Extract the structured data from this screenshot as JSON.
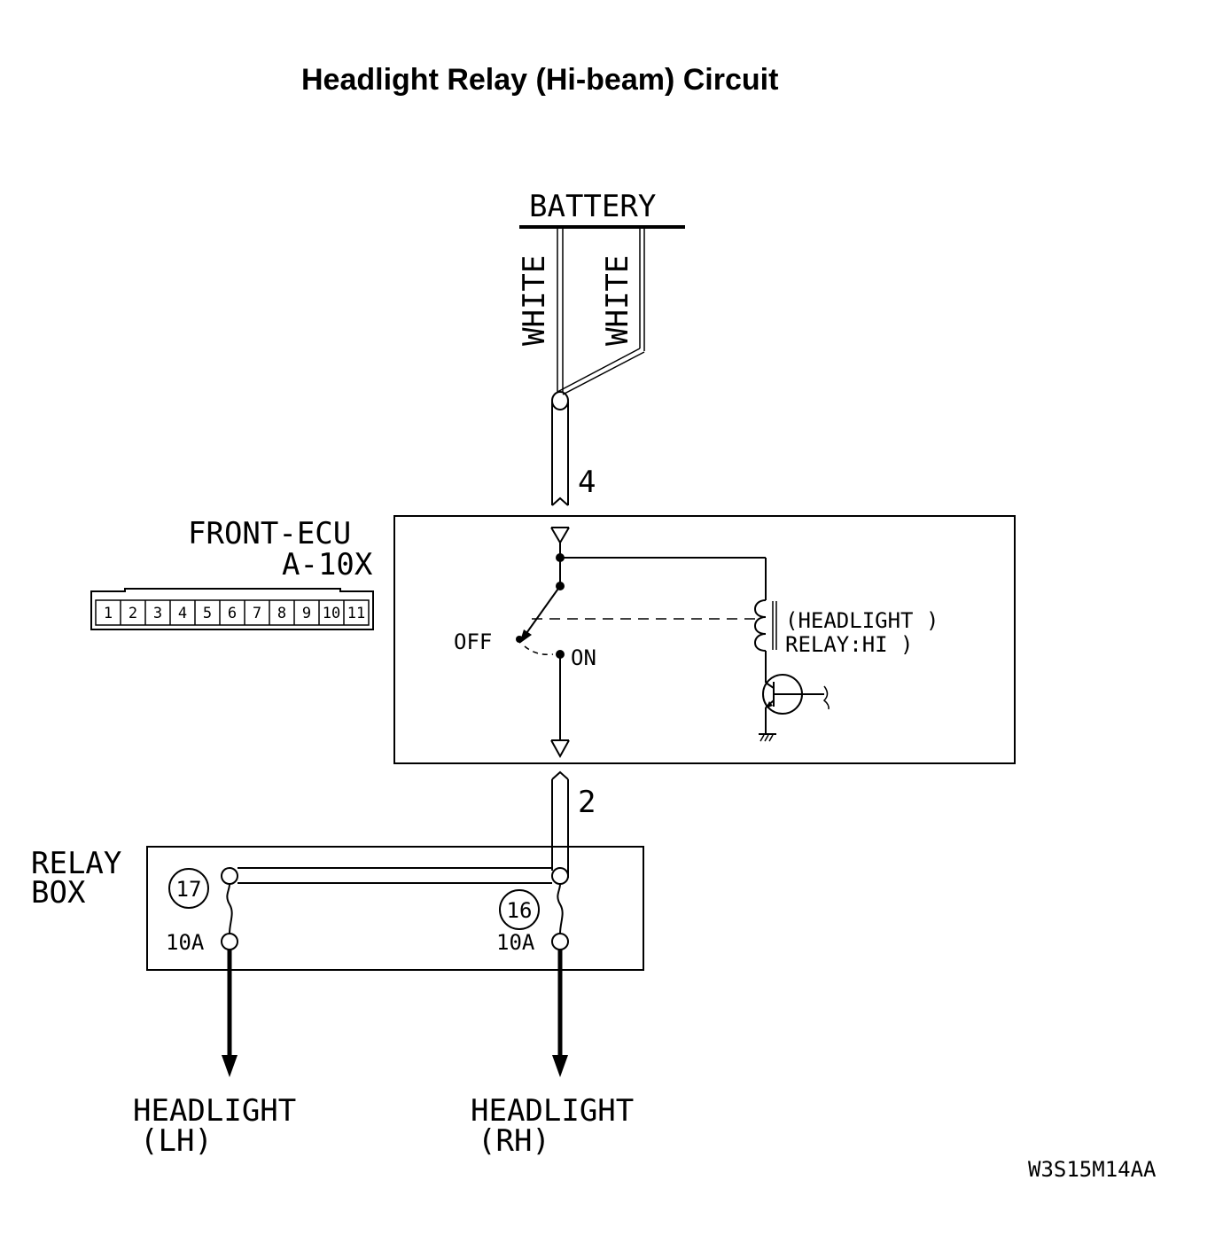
{
  "title": "Headlight Relay (Hi-beam) Circuit",
  "battery_label": "BATTERY",
  "wire_left_color": "WHITE",
  "wire_right_color": "WHITE",
  "harness_upper_number": "4",
  "harness_lower_number": "2",
  "ecu": {
    "name": "FRONT-ECU",
    "connector": "A-10X",
    "connector_pins": [
      "1",
      "2",
      "3",
      "4",
      "5",
      "6",
      "7",
      "8",
      "9",
      "10",
      "11"
    ],
    "switch_off_label": "OFF",
    "switch_on_label": "ON",
    "relay_label_line1": "(HEADLIGHT )",
    "relay_label_line2": " RELAY:HI  )"
  },
  "relay_box": {
    "label_line1": "RELAY",
    "label_line2": "BOX",
    "fuse_left_number": "17",
    "fuse_left_rating": "10A",
    "fuse_right_number": "16",
    "fuse_right_rating": "10A"
  },
  "outputs": {
    "left_line1": "HEADLIGHT",
    "left_line2": "(LH)",
    "right_line1": "HEADLIGHT",
    "right_line2": "(RH)"
  },
  "figure_code": "W3S15M14AA"
}
